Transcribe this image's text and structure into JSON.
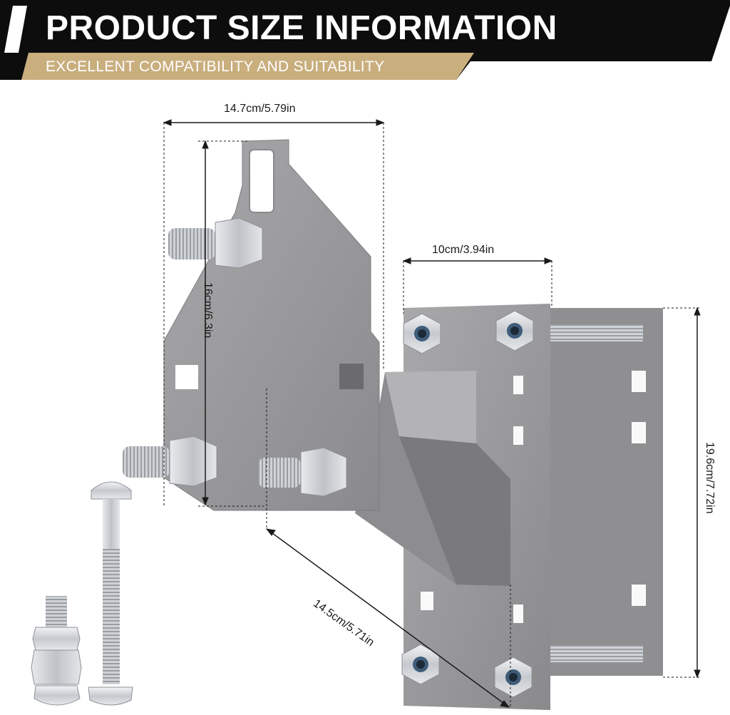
{
  "header": {
    "title": "PRODUCT SIZE INFORMATION",
    "subtitle": "EXCELLENT COMPATIBILITY AND SUITABILITY",
    "colors": {
      "bar": "#0d0d0d",
      "accent": "#c9ae7e"
    }
  },
  "dimensions": {
    "top_plate_width": "14.7cm/5.79in",
    "top_plate_height": "16cm/6.3in",
    "base_plate_width": "10cm/3.94in",
    "base_plate_height": "19.6cm/7.72in",
    "arm_length": "14.5cm/5.71in"
  },
  "product": {
    "parts": [
      "mounting-plate",
      "base-plate",
      "support-arm",
      "u-bolts",
      "carriage-bolt",
      "hex-bolt"
    ],
    "colors": {
      "steel": "#9a9a9c",
      "steel_dark": "#7d7d80",
      "zinc": "#d4d6da"
    }
  }
}
